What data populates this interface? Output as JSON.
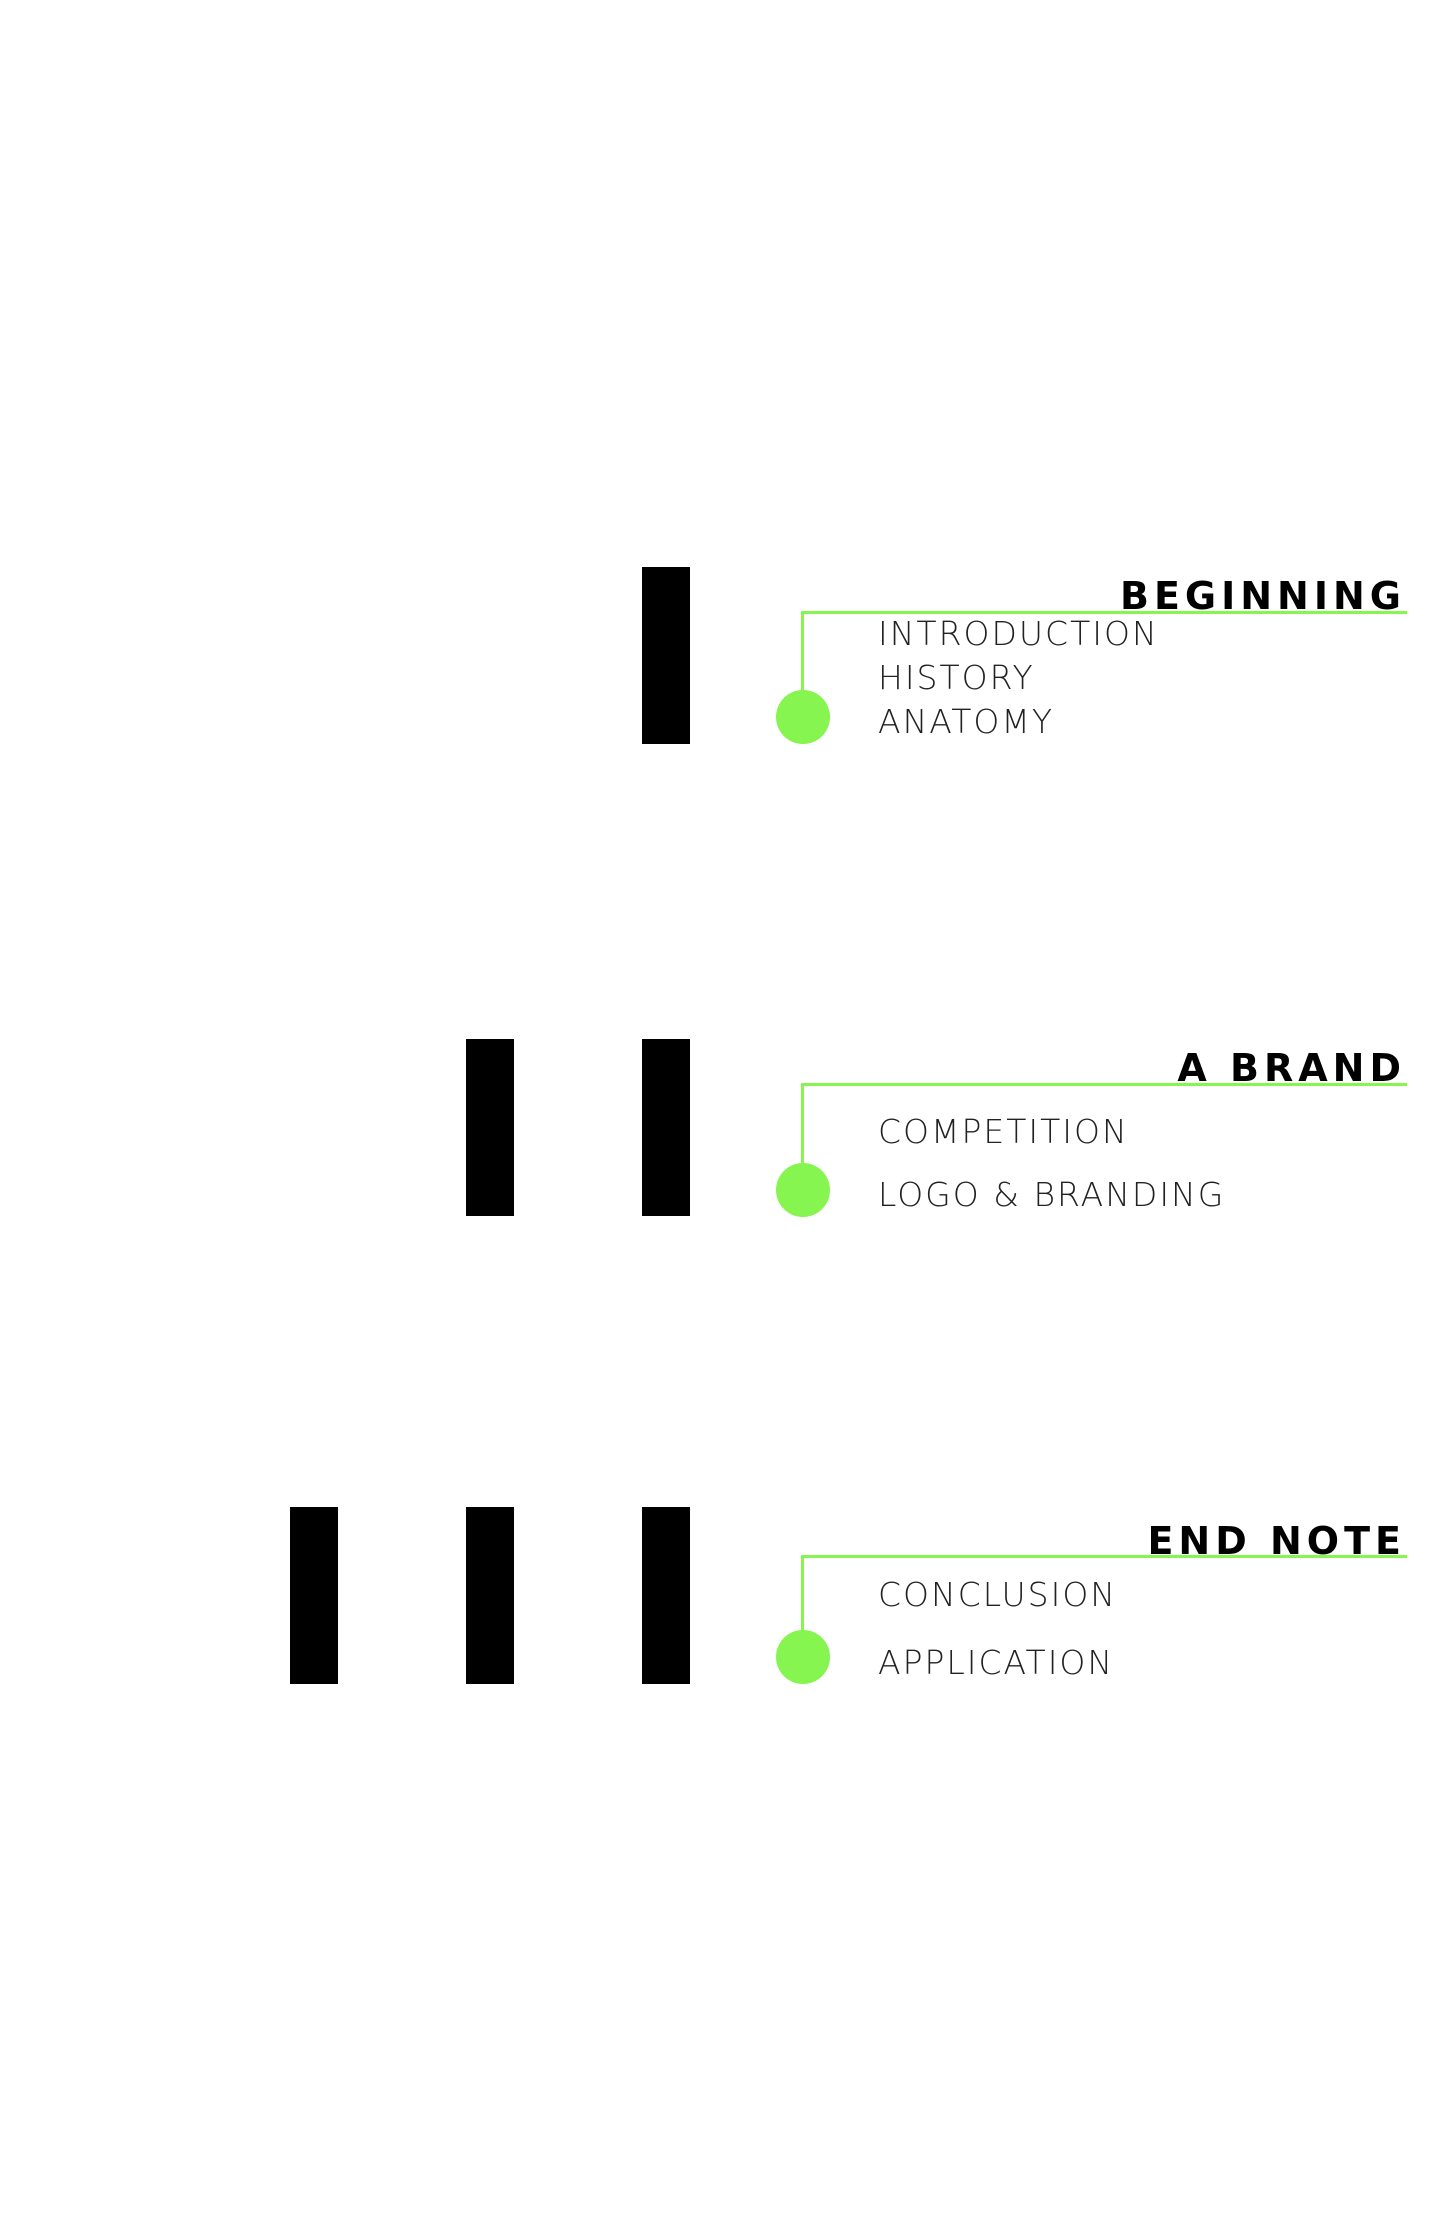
{
  "colors": {
    "accent": "#86f550",
    "bar": "#000000",
    "text": "#222222"
  },
  "sections": [
    {
      "numeral_bars": 1,
      "title": "BEGINNING",
      "items": [
        "INTRODUCTION",
        "HISTORY",
        "ANATOMY"
      ]
    },
    {
      "numeral_bars": 2,
      "title": "A BRAND",
      "items": [
        "COMPETITION",
        "LOGO & BRANDING"
      ]
    },
    {
      "numeral_bars": 3,
      "title": "END NOTE",
      "items": [
        "CONCLUSION",
        "APPLICATION"
      ]
    }
  ]
}
